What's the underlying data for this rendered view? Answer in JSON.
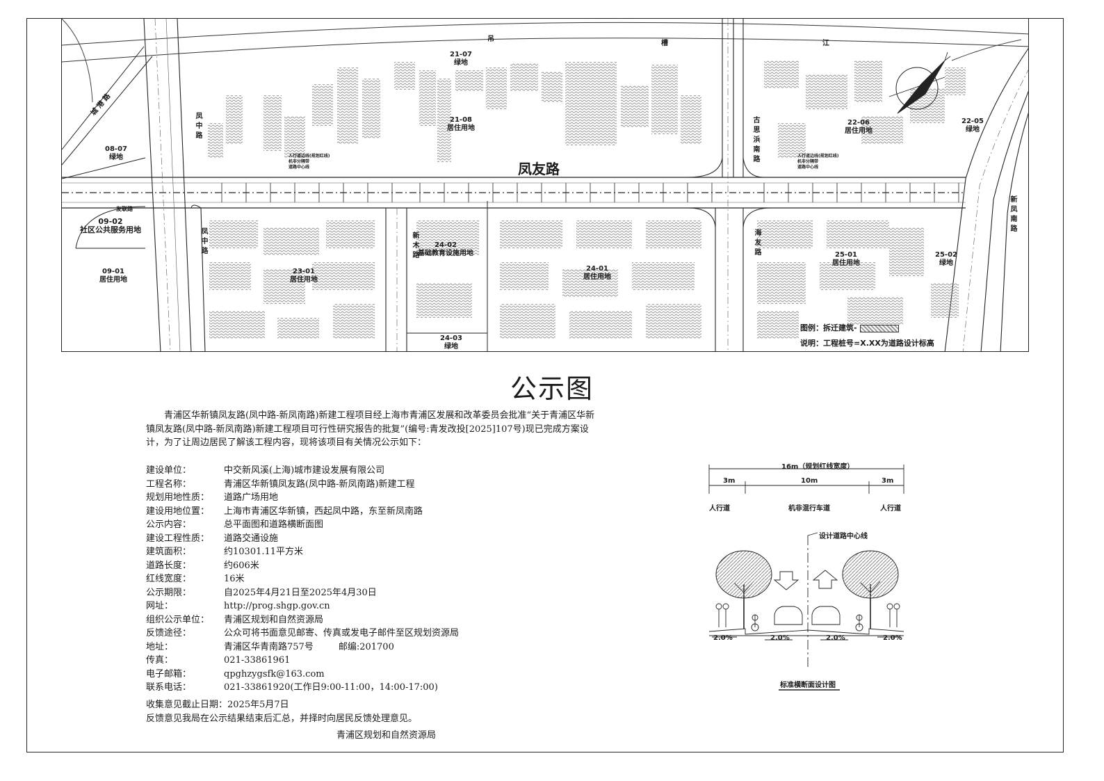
{
  "plan": {
    "main_road": "凤友路",
    "rivers": [
      "吊",
      "槽",
      "江"
    ],
    "side_roads": {
      "fengzhong": "凤中路",
      "xinmu": "新木路",
      "gusi": "古思浜南路",
      "haiyou": "海友路",
      "xinfengnan": "新凤南路",
      "diagonal": "城 港 路",
      "youlian": "友联路"
    },
    "parcels": [
      {
        "code": "21-07",
        "use": "绿地"
      },
      {
        "code": "21-08",
        "use": "居住用地"
      },
      {
        "code": "22-06",
        "use": "居住用地"
      },
      {
        "code": "22-05",
        "use": "绿地"
      },
      {
        "code": "08-07",
        "use": "绿地"
      },
      {
        "code": "09-02",
        "use": "社区公共服务用地"
      },
      {
        "code": "09-01",
        "use": "居住用地"
      },
      {
        "code": "23-01",
        "use": "居住用地"
      },
      {
        "code": "24-02",
        "use": "基础教育设施用地"
      },
      {
        "code": "24-01",
        "use": "居住用地"
      },
      {
        "code": "25-01",
        "use": "居住用地"
      },
      {
        "code": "25-02",
        "use": "绿地"
      },
      {
        "code": "24-03",
        "use": "绿地"
      }
    ],
    "notes": [
      "人行道边线(规划红线)",
      "机非分隔带",
      "道路中心线"
    ],
    "legend_label": "图例：拆迁建筑-",
    "legend_note": "说明：工程桩号=X.XX为道路设计标高"
  },
  "document": {
    "title": "公示图",
    "intro": "青浦区华新镇凤友路(凤中路-新凤南路)新建工程项目经上海市青浦区发展和改革委员会批准“关于青浦区华新镇凤友路(凤中路-新凤南路)新建工程项目可行性研究报告的批复”(编号:青发改投[2025]107号)现已完成方案设计，为了让周边居民了解该工程内容，现将该项目有关情况公示如下：",
    "rows": [
      {
        "k": "建设单位：",
        "v": "中交新风溪(上海)城市建设发展有限公司"
      },
      {
        "k": "工程名称：",
        "v": "青浦区华新镇凤友路(凤中路-新凤南路)新建工程"
      },
      {
        "k": "规划用地性质：",
        "v": "道路广场用地"
      },
      {
        "k": "建设用地位置：",
        "v": "上海市青浦区华新镇，西起凤中路，东至新凤南路"
      },
      {
        "k": "公示内容：",
        "v": "总平面图和道路横断面图"
      },
      {
        "k": "建设工程性质：",
        "v": "道路交通设施"
      },
      {
        "k": "建筑面积：",
        "v": "约10301.11平方米"
      },
      {
        "k": "道路长度：",
        "v": "约606米"
      },
      {
        "k": "红线宽度：",
        "v": "16米"
      },
      {
        "k": "公示期限：",
        "v": "自2025年4月21日至2025年4月30日"
      },
      {
        "k": "网址：",
        "v": "http://prog.shgp.gov.cn"
      },
      {
        "k": "组织公示单位：",
        "v": "青浦区规划和自然资源局"
      },
      {
        "k": "反馈途径：",
        "v": "公众可将书面意见邮寄、传真或发电子邮件至区规划资源局"
      },
      {
        "k": "地址：",
        "v": "青浦区华青南路757号",
        "zip": "邮编:201700"
      },
      {
        "k": "传真：",
        "v": "021-33861961"
      },
      {
        "k": "电子邮箱：",
        "v": "qpghzygsfk@163.com"
      },
      {
        "k": "联系电话：",
        "v": "021-33861920(工作日9:00-11:00，14:00-17:00)"
      }
    ],
    "deadline": "收集意见截止日期：2025年5月7日",
    "closing": "反馈意见我局在公示结果结束后汇总，并择时向居民反馈处理意见。",
    "signer": "青浦区规划和自然资源局"
  },
  "cross_section": {
    "total_width": "16m（规划红线宽度）",
    "left_width": "3m",
    "middle_width": "10m",
    "right_width": "3m",
    "left_label": "人行道",
    "middle_label": "机非混行车道",
    "right_label": "人行道",
    "centerline_label": "设计道路中心线",
    "slopes": [
      "2.0%",
      "2.0%",
      "2.0%",
      "2.0%"
    ],
    "caption": "标准横断面设计图"
  }
}
